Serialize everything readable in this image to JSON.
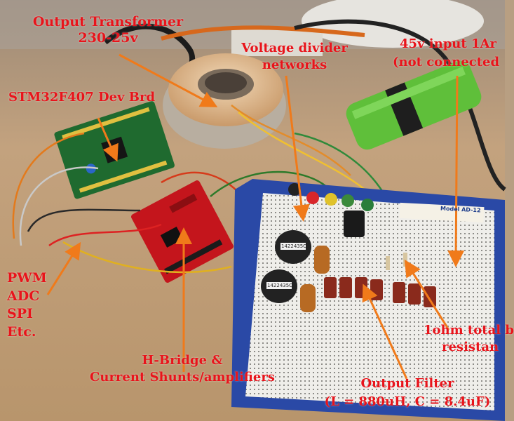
{
  "colors": {
    "label": "#e8141b",
    "arrow": "#f07a1a",
    "table": "#c9a983",
    "breadboard_frame": "#2a49a6",
    "pcb_red": "#c4151c",
    "pcb_green": "#1f6a2f",
    "battery_green": "#5fbf3a"
  },
  "labels": {
    "output_transformer_line1": "Output Transformer",
    "output_transformer_line2": "230-25v",
    "voltage_divider_line1": "Voltage divider",
    "voltage_divider_line2": "networks",
    "input_line1": "45v input 1Ar",
    "input_line2": "(not connected",
    "stm32": "STM32F407 Dev Brd",
    "pwm": "PWM",
    "adc": "ADC",
    "spi": "SPI",
    "etc": "Etc.",
    "hbridge_line1": "H-Bridge &",
    "hbridge_line2": "Current Shunts/amplifiers",
    "burden_line1": "1ohm total b",
    "burden_line2": "resistan",
    "filter_line1": "Output Filter",
    "filter_line2": "(L = 880uH, C = 8.4uF)"
  },
  "components": {
    "inductor_marking": "1422435C",
    "breadboard_model": "Model AD-12"
  }
}
